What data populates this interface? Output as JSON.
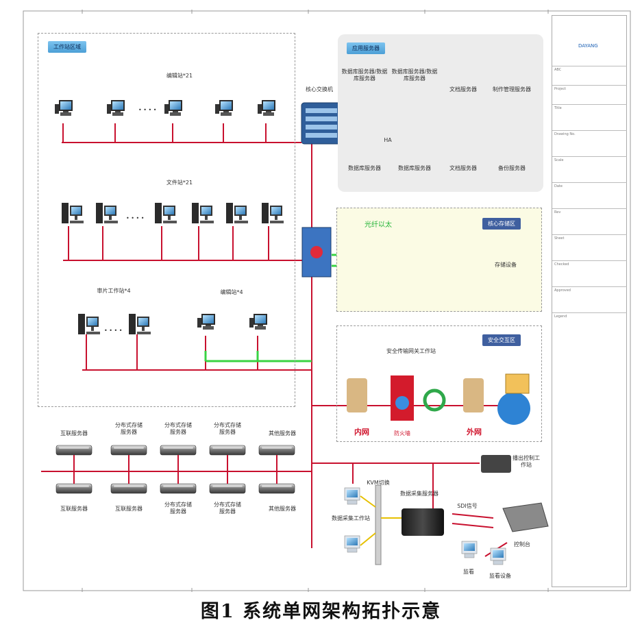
{
  "caption": "图1   系统单网架构拓扑示意",
  "regions": {
    "workstation_zone": "工作站区域",
    "server_zone": "应用服务器",
    "storage_zone": "核心存储区",
    "security_zone": "安全交互区"
  },
  "labels": {
    "core_switch": "核心交换机",
    "group1": "编辑站*21",
    "group2": "文件站*21",
    "group3": "审片工作站*4",
    "group4": "编辑站*4",
    "ellipsis": "• • • •",
    "srv_top_1": "数据库服务器/数据库服务器",
    "srv_top_2": "数据库服务器/数据库服务器",
    "srv_top_3": "文档服务器",
    "srv_top_4": "制作管理服务器",
    "srv_bot_1": "数据库服务器",
    "srv_bot_2": "数据库服务器",
    "srv_bot_3": "文档服务器",
    "srv_bot_4": "备份服务器",
    "ha": "HA",
    "fiber": "光纤以太",
    "storage": "存储设备",
    "sec_station": "安全传输网关工作站",
    "inner_net": "内网",
    "outer_net": "外网",
    "firewall": "防火墙",
    "bottom_top_1": "互联服务器",
    "bottom_top_2": "分布式存储服务器",
    "bottom_top_3": "分布式存储服务器",
    "bottom_top_4": "分布式存储服务器",
    "bottom_top_5": "其他服务器",
    "bottom_bot_1": "互联服务器",
    "bottom_bot_2": "互联服务器",
    "bottom_bot_3": "分布式存储服务器",
    "bottom_bot_4": "分布式存储服务器",
    "bottom_bot_5": "其他服务器",
    "kvm": "KVM切换",
    "collect_ws": "数据采集工作站",
    "collect_srv": "数据采集服务器",
    "sdi": "SDI信号",
    "broadcast_ws": "播出控制工作站",
    "console": "控制台",
    "monitor1": "监看",
    "monitor2": "监看设备"
  },
  "title_block": {
    "company": "DAYANG",
    "rows": [
      "ABC",
      "Project",
      "Title",
      "Drawing No.",
      "Scale",
      "Date",
      "Rev",
      "Sheet",
      "Checked",
      "Approved",
      "Legend"
    ]
  },
  "colors": {
    "link": "#c8102e",
    "green_link": "#39d343",
    "storage_bg": "#fbfbe4",
    "server_bg": "#ededed"
  }
}
